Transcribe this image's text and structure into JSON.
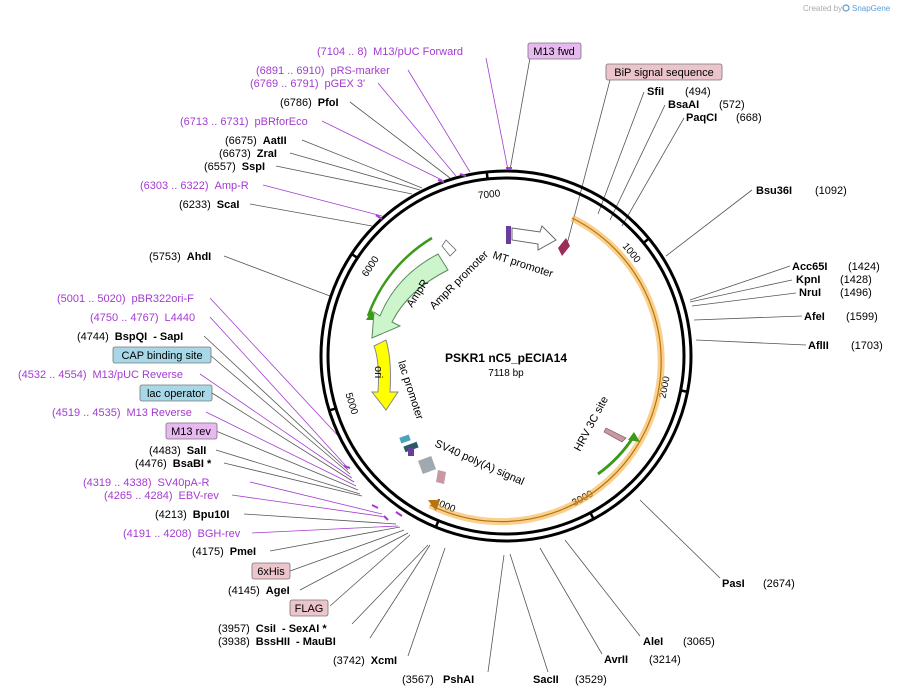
{
  "credit": {
    "prefix": "Created by",
    "brand": "SnapGene"
  },
  "plasmid": {
    "name": "PSKR1 nC5_pECIA14",
    "size": "7118 bp"
  },
  "ticks": [
    "1000",
    "2000",
    "3000",
    "4000",
    "5000",
    "6000",
    "7000"
  ],
  "features": {
    "mt_promoter": "MT promoter",
    "ampr": "AmpR",
    "ampr_promoter": "AmpR promoter",
    "ori": "ori",
    "lac_promoter": "lac promoter",
    "sv40": "SV40 poly(A) signal",
    "hrv": "HRV 3C site"
  },
  "right_labels": [
    {
      "name": "SfiI",
      "pos": "(494)"
    },
    {
      "name": "BsaAI",
      "pos": "(572)"
    },
    {
      "name": "PaqCI",
      "pos": "(668)"
    },
    {
      "name": "Bsu36I",
      "pos": "(1092)"
    },
    {
      "name": "Acc65I",
      "pos": "(1424)"
    },
    {
      "name": "KpnI",
      "pos": "(1428)"
    },
    {
      "name": "NruI",
      "pos": "(1496)"
    },
    {
      "name": "AfeI",
      "pos": "(1599)"
    },
    {
      "name": "AflII",
      "pos": "(1703)"
    },
    {
      "name": "PasI",
      "pos": "(2674)"
    },
    {
      "name": "AleI",
      "pos": "(3065)"
    },
    {
      "name": "AvrII",
      "pos": "(3214)"
    },
    {
      "name": "SacII",
      "pos": "(3529)"
    },
    {
      "name": "PshAI",
      "pos": "(3567)"
    }
  ],
  "left_labels": [
    {
      "pos": "(7104 .. 8)",
      "name": "M13/pUC Forward",
      "kind": "primer"
    },
    {
      "pos": "(6891 .. 6910)",
      "name": "pRS-marker",
      "kind": "primer"
    },
    {
      "pos": "(6769 .. 6791)",
      "name": "pGEX 3'",
      "kind": "primer"
    },
    {
      "pos": "(6786)",
      "name": "PfoI",
      "kind": "enzyme"
    },
    {
      "pos": "(6713 .. 6731)",
      "name": "pBRforEco",
      "kind": "primer"
    },
    {
      "pos": "(6675)",
      "name": "AatII",
      "kind": "enzyme"
    },
    {
      "pos": "(6673)",
      "name": "ZraI",
      "kind": "enzyme"
    },
    {
      "pos": "(6557)",
      "name": "SspI",
      "kind": "enzyme"
    },
    {
      "pos": "(6303 .. 6322)",
      "name": "Amp-R",
      "kind": "primer"
    },
    {
      "pos": "(6233)",
      "name": "ScaI",
      "kind": "enzyme"
    },
    {
      "pos": "(5753)",
      "name": "AhdI",
      "kind": "enzyme"
    },
    {
      "pos": "(5001 .. 5020)",
      "name": "pBR322ori-F",
      "kind": "primer"
    },
    {
      "pos": "(4750 .. 4767)",
      "name": "L4440",
      "kind": "primer"
    },
    {
      "pos": "(4744)",
      "name": "BspQI",
      "kind": "enzyme",
      "extra": "- SapI"
    },
    {
      "pos": "(4532 .. 4554)",
      "name": "M13/pUC Reverse",
      "kind": "primer"
    },
    {
      "pos": "(4519 .. 4535)",
      "name": "M13 Reverse",
      "kind": "primer"
    },
    {
      "pos": "(4483)",
      "name": "SalI",
      "kind": "enzyme"
    },
    {
      "pos": "(4476)",
      "name": "BsaBI *",
      "kind": "enzyme"
    },
    {
      "pos": "(4319 .. 4338)",
      "name": "SV40pA-R",
      "kind": "primer"
    },
    {
      "pos": "(4265 .. 4284)",
      "name": "EBV-rev",
      "kind": "primer"
    },
    {
      "pos": "(4213)",
      "name": "Bpu10I",
      "kind": "enzyme"
    },
    {
      "pos": "(4191 .. 4208)",
      "name": "BGH-rev",
      "kind": "primer"
    },
    {
      "pos": "(4175)",
      "name": "PmeI",
      "kind": "enzyme"
    },
    {
      "pos": "(4145)",
      "name": "AgeI",
      "kind": "enzyme"
    },
    {
      "pos": "(3957)",
      "name": "CsiI",
      "kind": "enzyme",
      "extra": "- SexAI *"
    },
    {
      "pos": "(3938)",
      "name": "BssHII",
      "kind": "enzyme",
      "extra": "- MauBI"
    },
    {
      "pos": "(3742)",
      "name": "XcmI",
      "kind": "enzyme"
    }
  ],
  "boxes": {
    "m13fwd": "M13 fwd",
    "bip": "BiP signal sequence",
    "cap": "CAP binding site",
    "lacop": "lac operator",
    "m13rev": "M13 rev",
    "his": "6xHis",
    "flag": "FLAG"
  },
  "colors": {
    "backbone": "#000000",
    "primer": "#a43bd1",
    "orange": "#f5b041",
    "green": "#3c9a1a",
    "light_green": "#ccf5cc",
    "ori_yellow": "#ffff00",
    "box_purple": "#e8b8f0",
    "box_pink": "#ecc4cc",
    "box_blue": "#a8d8e8"
  }
}
